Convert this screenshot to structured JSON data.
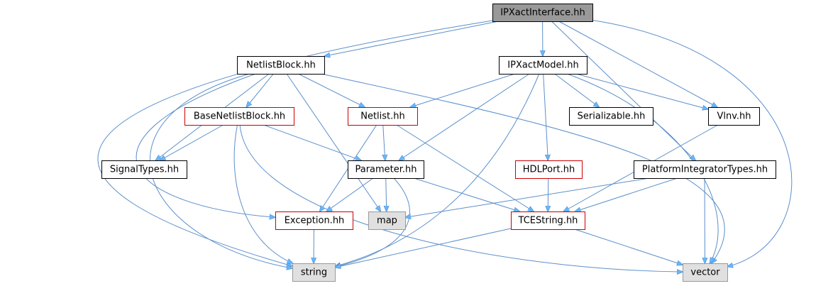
{
  "colors": {
    "edge": "#5b8fcb",
    "arrow": "#63b8ff",
    "root_fill": "#999999",
    "normal_fill": "#ffffff",
    "normal_stroke": "#000000",
    "incomplete_stroke": "#cc0000",
    "external_fill": "#e0e0e0",
    "external_stroke": "#999999",
    "text": "#000000"
  },
  "nodes": [
    {
      "id": "ipxactinterface",
      "label": "IPXactInterface.hh",
      "kind": "root"
    },
    {
      "id": "netlistblock",
      "label": "NetlistBlock.hh",
      "kind": "normal"
    },
    {
      "id": "ipxactmodel",
      "label": "IPXactModel.hh",
      "kind": "normal"
    },
    {
      "id": "basenetlistblock",
      "label": "BaseNetlistBlock.hh",
      "kind": "incomplete"
    },
    {
      "id": "netlist",
      "label": "Netlist.hh",
      "kind": "incomplete"
    },
    {
      "id": "serializable",
      "label": "Serializable.hh",
      "kind": "normal"
    },
    {
      "id": "vlnv",
      "label": "Vlnv.hh",
      "kind": "normal"
    },
    {
      "id": "signaltypes",
      "label": "SignalTypes.hh",
      "kind": "normal"
    },
    {
      "id": "parameter",
      "label": "Parameter.hh",
      "kind": "normal"
    },
    {
      "id": "hdlport",
      "label": "HDLPort.hh",
      "kind": "incomplete"
    },
    {
      "id": "platformintegratortypes",
      "label": "PlatformIntegratorTypes.hh",
      "kind": "normal"
    },
    {
      "id": "exception",
      "label": "Exception.hh",
      "kind": "incomplete"
    },
    {
      "id": "map",
      "label": "map",
      "kind": "external"
    },
    {
      "id": "tcestring",
      "label": "TCEString.hh",
      "kind": "incomplete"
    },
    {
      "id": "string",
      "label": "string",
      "kind": "external"
    },
    {
      "id": "vector",
      "label": "vector",
      "kind": "external"
    }
  ],
  "edges": [
    {
      "from": "ipxactinterface",
      "to": "netlistblock"
    },
    {
      "from": "ipxactinterface",
      "to": "ipxactmodel"
    },
    {
      "from": "ipxactinterface",
      "to": "vlnv"
    },
    {
      "from": "ipxactinterface",
      "to": "platformintegratortypes"
    },
    {
      "from": "ipxactinterface",
      "to": "string"
    },
    {
      "from": "ipxactinterface",
      "to": "vector"
    },
    {
      "from": "netlistblock",
      "to": "basenetlistblock"
    },
    {
      "from": "netlistblock",
      "to": "netlist"
    },
    {
      "from": "netlistblock",
      "to": "signaltypes"
    },
    {
      "from": "netlistblock",
      "to": "exception"
    },
    {
      "from": "netlistblock",
      "to": "map"
    },
    {
      "from": "netlistblock",
      "to": "string"
    },
    {
      "from": "netlistblock",
      "to": "vector"
    },
    {
      "from": "ipxactmodel",
      "to": "netlist"
    },
    {
      "from": "ipxactmodel",
      "to": "serializable"
    },
    {
      "from": "ipxactmodel",
      "to": "vlnv"
    },
    {
      "from": "ipxactmodel",
      "to": "parameter"
    },
    {
      "from": "ipxactmodel",
      "to": "hdlport"
    },
    {
      "from": "ipxactmodel",
      "to": "string"
    },
    {
      "from": "ipxactmodel",
      "to": "vector"
    },
    {
      "from": "basenetlistblock",
      "to": "signaltypes"
    },
    {
      "from": "basenetlistblock",
      "to": "parameter"
    },
    {
      "from": "basenetlistblock",
      "to": "string"
    },
    {
      "from": "basenetlistblock",
      "to": "vector"
    },
    {
      "from": "netlist",
      "to": "parameter"
    },
    {
      "from": "netlist",
      "to": "exception"
    },
    {
      "from": "netlist",
      "to": "tcestring"
    },
    {
      "from": "vlnv",
      "to": "tcestring"
    },
    {
      "from": "parameter",
      "to": "exception"
    },
    {
      "from": "parameter",
      "to": "map"
    },
    {
      "from": "parameter",
      "to": "tcestring"
    },
    {
      "from": "parameter",
      "to": "string"
    },
    {
      "from": "hdlport",
      "to": "tcestring"
    },
    {
      "from": "platformintegratortypes",
      "to": "map"
    },
    {
      "from": "platformintegratortypes",
      "to": "tcestring"
    },
    {
      "from": "platformintegratortypes",
      "to": "vector"
    },
    {
      "from": "exception",
      "to": "string"
    },
    {
      "from": "tcestring",
      "to": "string"
    },
    {
      "from": "tcestring",
      "to": "vector"
    }
  ]
}
